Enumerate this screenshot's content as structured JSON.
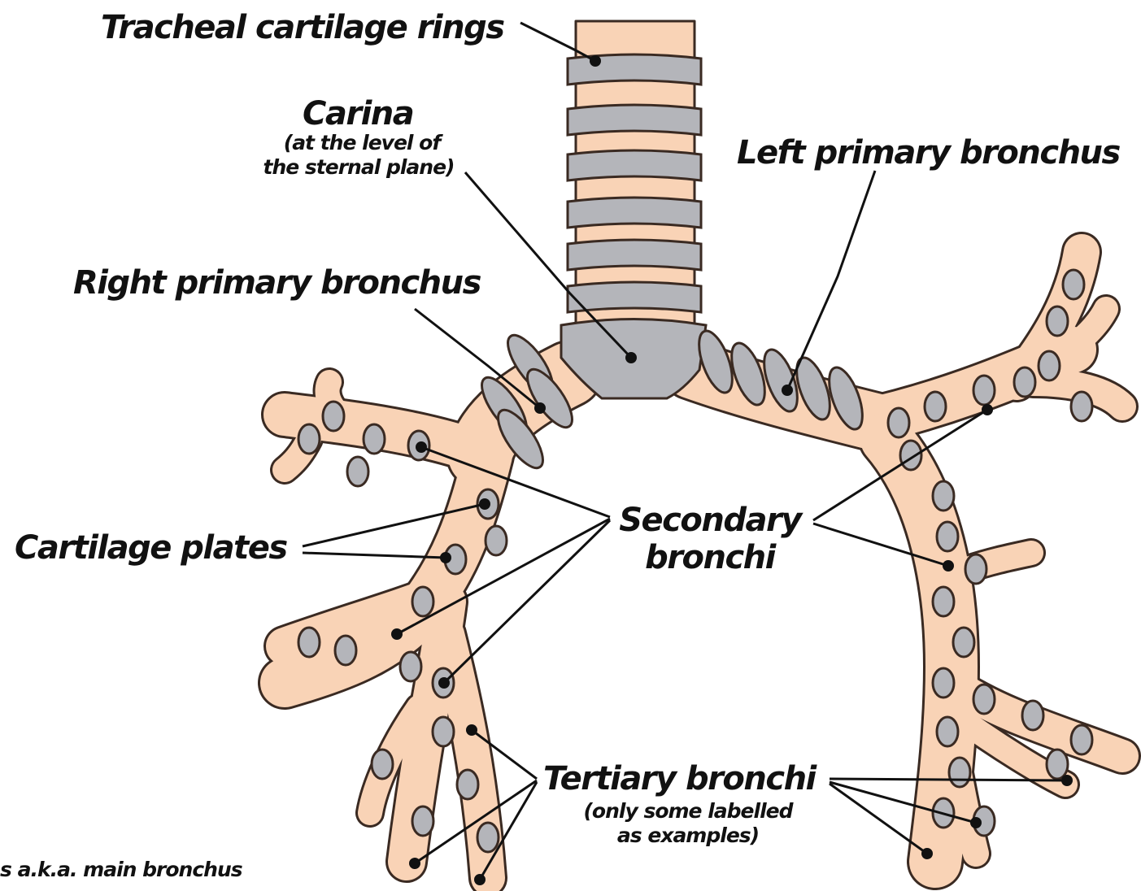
{
  "labels": {
    "tracheal_rings": "Tracheal cartilage rings",
    "carina": "Carina",
    "carina_note_1": "(at the level of",
    "carina_note_2": "the sternal plane)",
    "left_primary": "Left primary bronchus",
    "right_primary": "Right primary bronchus",
    "cartilage_plates": "Cartilage plates",
    "secondary_1": "Secondary",
    "secondary_2": "bronchi",
    "tertiary": "Tertiary bronchi",
    "tertiary_note_1": "(only some labelled",
    "tertiary_note_2": "as examples)",
    "footnote": "s a.k.a. main bronchus"
  },
  "colors": {
    "airway_fill": "#f9d3b6",
    "cartilage_fill": "#b4b5ba",
    "outline": "#3a2a22",
    "leader_line": "#111111"
  }
}
